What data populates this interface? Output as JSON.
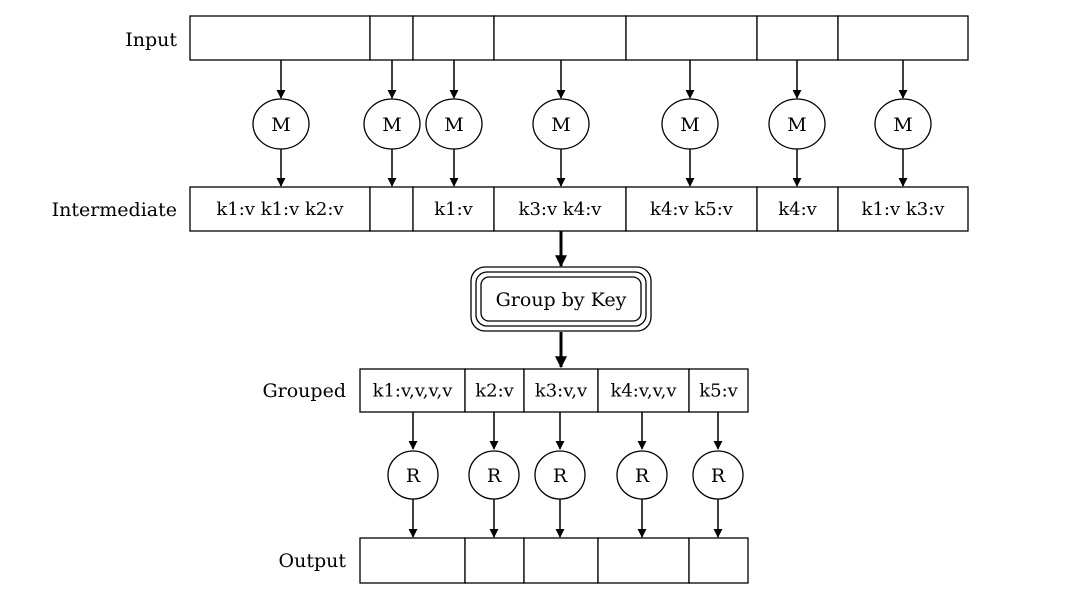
{
  "labels": {
    "input": "Input",
    "intermediate": "Intermediate",
    "grouped": "Grouped",
    "output": "Output"
  },
  "input_row": [
    "",
    "",
    "",
    "",
    "",
    "",
    ""
  ],
  "map_nodes": [
    "M",
    "M",
    "M",
    "M",
    "M",
    "M",
    "M"
  ],
  "intermediate_row": [
    "k1:v k1:v k2:v",
    "",
    "k1:v",
    "k3:v k4:v",
    "k4:v k5:v",
    "k4:v",
    "k1:v k3:v"
  ],
  "group_by_key": "Group by Key",
  "grouped_row": [
    "k1:v,v,v,v",
    "k2:v",
    "k3:v,v",
    "k4:v,v,v",
    "k5:v"
  ],
  "reduce_nodes": [
    "R",
    "R",
    "R",
    "R",
    "R"
  ],
  "output_row": [
    "",
    "",
    "",
    "",
    ""
  ]
}
